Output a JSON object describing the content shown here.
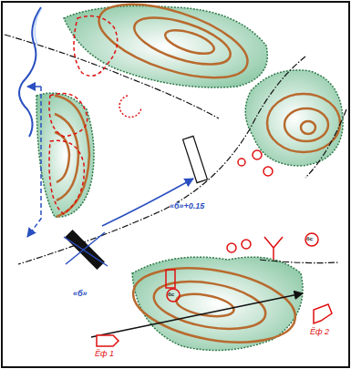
{
  "diagram": {
    "labels": [
      "«б»+0.15",
      "«б»",
      "Ёф 1",
      "Ёф 2",
      "бс",
      "бс"
    ]
  }
}
